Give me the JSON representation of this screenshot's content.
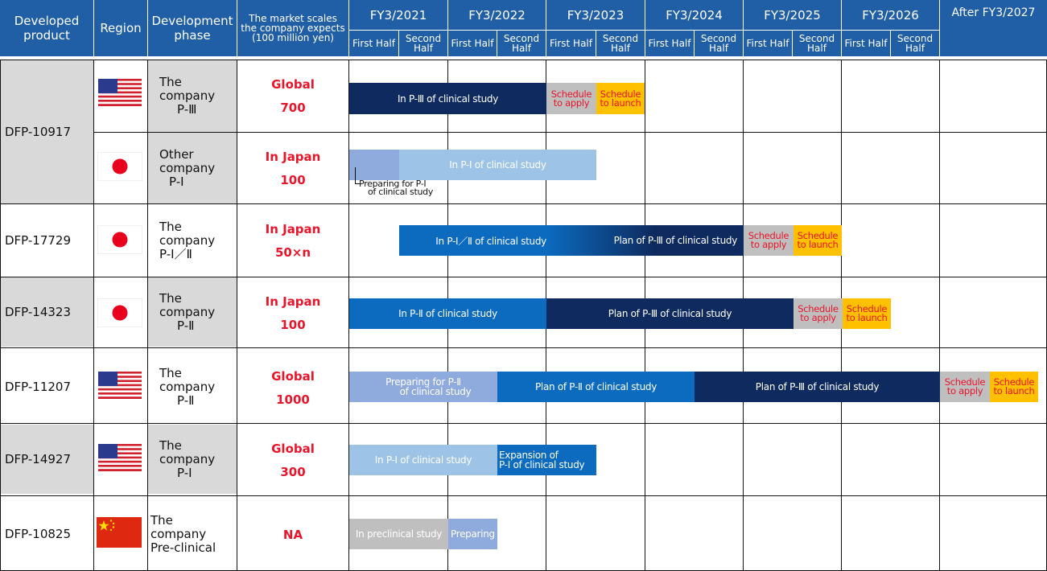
{
  "header": {
    "product": "Developed product",
    "region": "Region",
    "phase": "Development phase",
    "market": [
      "The market scales",
      "the company expects",
      "(100 million yen)"
    ],
    "years": [
      "FY3/2021",
      "FY3/2022",
      "FY3/2023",
      "FY3/2024",
      "FY3/2025",
      "FY3/2026"
    ],
    "after": "After FY3/2027",
    "first_half": "First Half",
    "second_half": "Second Half"
  },
  "rows": [
    {
      "product": "DFP-10917",
      "region_flag": "us-flag",
      "phase": [
        "The",
        "company",
        "P-Ⅲ"
      ],
      "market": [
        "Global",
        "700"
      ]
    },
    {
      "product": "",
      "region_flag": "japan-flag",
      "phase": [
        "Other",
        "company",
        "P-Ⅰ"
      ],
      "market": [
        "In Japan",
        "100"
      ]
    },
    {
      "product": "DFP-17729",
      "region_flag": "japan-flag",
      "phase": [
        "The",
        "company",
        "P-Ⅰ／Ⅱ"
      ],
      "market": [
        "In Japan",
        "50×n"
      ]
    },
    {
      "product": "DFP-14323",
      "region_flag": "japan-flag",
      "phase": [
        "The",
        "company",
        "P-Ⅱ"
      ],
      "market": [
        "In Japan",
        "100"
      ]
    },
    {
      "product": "DFP-11207",
      "region_flag": "us-flag",
      "phase": [
        "The",
        "company",
        "P-Ⅱ"
      ],
      "market": [
        "Global",
        "1000"
      ]
    },
    {
      "product": "DFP-14927",
      "region_flag": "us-flag",
      "phase": [
        "The",
        "company",
        "P-Ⅰ"
      ],
      "market": [
        "Global",
        "300"
      ]
    },
    {
      "product": "DFP-10825",
      "region_flag": "china-flag",
      "phase": [
        "The",
        "company",
        "Pre-clinical"
      ],
      "market": [
        "NA",
        ""
      ]
    }
  ],
  "bars": {
    "r1_p3": "In P-Ⅲ of clinical study",
    "r2_prep": "",
    "r2_p1": "In P-Ⅰ of clinical study",
    "r2_note": [
      "Preparing for P-Ⅰ",
      "of clinical study"
    ],
    "r3_p12": "In P-Ⅰ／Ⅱ of clinical study",
    "r3_plan3": "Plan of P-Ⅲ of clinical study",
    "r4_p2": "In P-Ⅱ of clinical study",
    "r4_plan3": "Plan of P-Ⅲ of clinical study",
    "r5_prep": [
      "Preparing for P-Ⅱ",
      "of clinical study"
    ],
    "r5_plan2": "Plan of P-Ⅱ of clinical study",
    "r5_plan3": "Plan of P-Ⅲ of clinical study",
    "r6_p1": "In P-Ⅰ of clinical study",
    "r6_exp": [
      "Expansion of",
      "P-Ⅰ of clinical study"
    ],
    "r7_pre": "In preclinical study",
    "r7_prep": "Preparing"
  },
  "schedule": {
    "apply": [
      "Schedule",
      "to apply"
    ],
    "launch": [
      "Schedule",
      "to launch"
    ]
  },
  "colors": {
    "header": "#205fa6",
    "dark_navy": "#0e2a5e",
    "medium_blue": "#0c6bbf",
    "light_blue": "#9dc3e6",
    "lighter_blue": "#8faadc",
    "grey": "#bfbfbf",
    "amber": "#ffc000",
    "red_text": "#e8152b",
    "row_grey": "#d9d9d9"
  }
}
